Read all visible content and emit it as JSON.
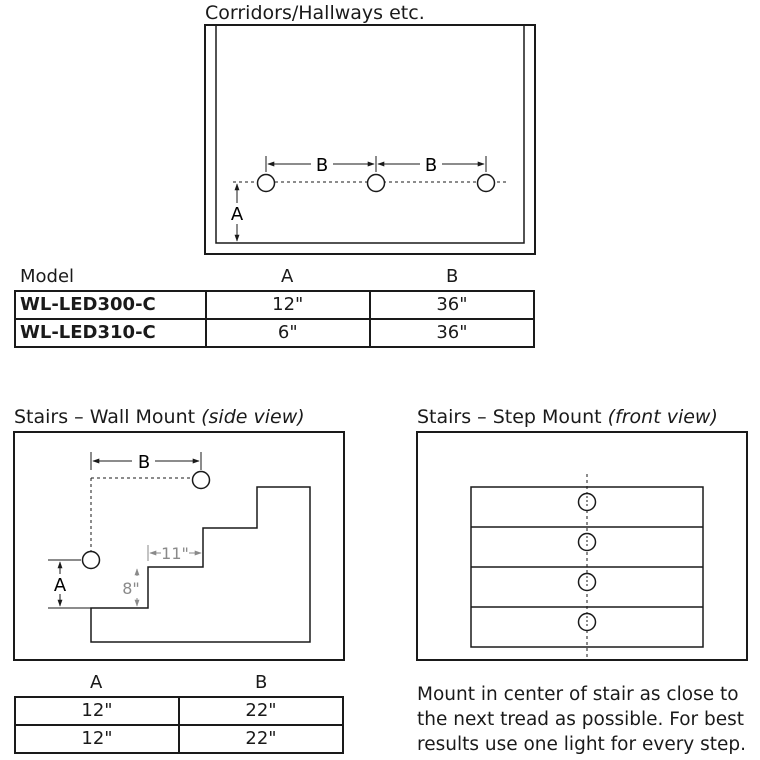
{
  "corridor": {
    "title": "Corridors/Hallways etc.",
    "label_a": "A",
    "label_b": "B",
    "table": {
      "headers": [
        "Model",
        "A",
        "B"
      ],
      "rows": [
        {
          "model": "WL-LED300-C",
          "a": "12\"",
          "b": "36\""
        },
        {
          "model": "WL-LED310-C",
          "a": "6\"",
          "b": "36\""
        }
      ]
    }
  },
  "stairs_wall": {
    "title": "Stairs – Wall Mount ",
    "title_note": "(side view)",
    "label_a": "A",
    "label_b": "B",
    "tread_dim": "11\"",
    "riser_dim": "8\"",
    "table": {
      "headers": [
        "A",
        "B"
      ],
      "rows": [
        {
          "a": "12\"",
          "b": "22\""
        },
        {
          "a": "12\"",
          "b": "22\""
        }
      ]
    }
  },
  "stairs_step": {
    "title": "Stairs – Step Mount ",
    "title_note": "(front view)",
    "note_lines": [
      "Mount in center of stair as close to",
      "the next tread as possible. For best",
      "results use one light for every step."
    ]
  },
  "colors": {
    "line": "#1a1a1a",
    "dimension_gray": "#8a8a8a"
  }
}
